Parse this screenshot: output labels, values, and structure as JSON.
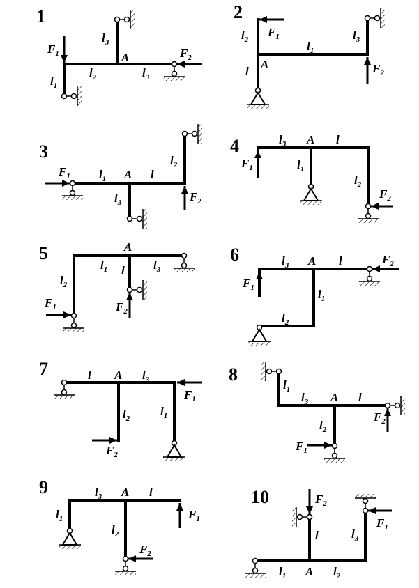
{
  "panels": [
    {
      "number": "1",
      "labels": [
        "F1",
        "l3",
        "A",
        "F2",
        "l2",
        "l3",
        "l1"
      ]
    },
    {
      "number": "2",
      "labels": [
        "F1",
        "l2",
        "l1",
        "l3",
        "l",
        "A",
        "F2"
      ]
    },
    {
      "number": "3",
      "labels": [
        "F1",
        "l1",
        "A",
        "l",
        "l2",
        "F2",
        "l3"
      ]
    },
    {
      "number": "4",
      "labels": [
        "l3",
        "A",
        "l",
        "F1",
        "l1",
        "l2",
        "F2"
      ]
    },
    {
      "number": "5",
      "labels": [
        "A",
        "l1",
        "l",
        "l3",
        "l2",
        "F1",
        "F2"
      ]
    },
    {
      "number": "6",
      "labels": [
        "l3",
        "A",
        "l",
        "F2",
        "F1",
        "l1",
        "l2"
      ]
    },
    {
      "number": "7",
      "labels": [
        "l",
        "A",
        "l3",
        "F1",
        "l2",
        "l1",
        "F2"
      ]
    },
    {
      "number": "8",
      "labels": [
        "l1",
        "l3",
        "A",
        "l",
        "l2",
        "F2",
        "F1"
      ]
    },
    {
      "number": "9",
      "labels": [
        "l3",
        "A",
        "l",
        "F1",
        "l1",
        "l2",
        "F2"
      ]
    },
    {
      "number": "10",
      "labels": [
        "F2",
        "l",
        "l3",
        "F1",
        "l1",
        "A",
        "l2"
      ]
    }
  ]
}
